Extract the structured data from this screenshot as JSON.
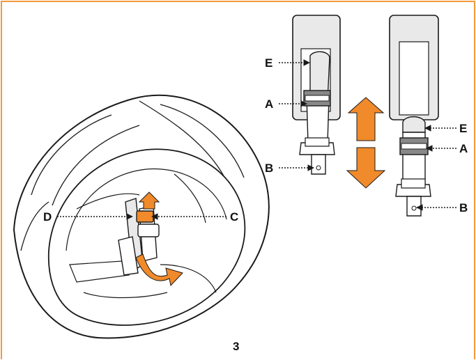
{
  "figure": {
    "page_number": "3",
    "colors": {
      "frame": "#f39a3a",
      "accent": "#f08a2a",
      "outline": "#1a1a1a",
      "fill": "#ffffff",
      "shade": "#e9e9e9"
    }
  },
  "callouts": {
    "top_left": {
      "E": "E",
      "A": "A",
      "B": "B"
    },
    "top_right": {
      "E": "E",
      "A": "A",
      "B": "B"
    },
    "helmet": {
      "D": "D",
      "C": "C"
    }
  }
}
